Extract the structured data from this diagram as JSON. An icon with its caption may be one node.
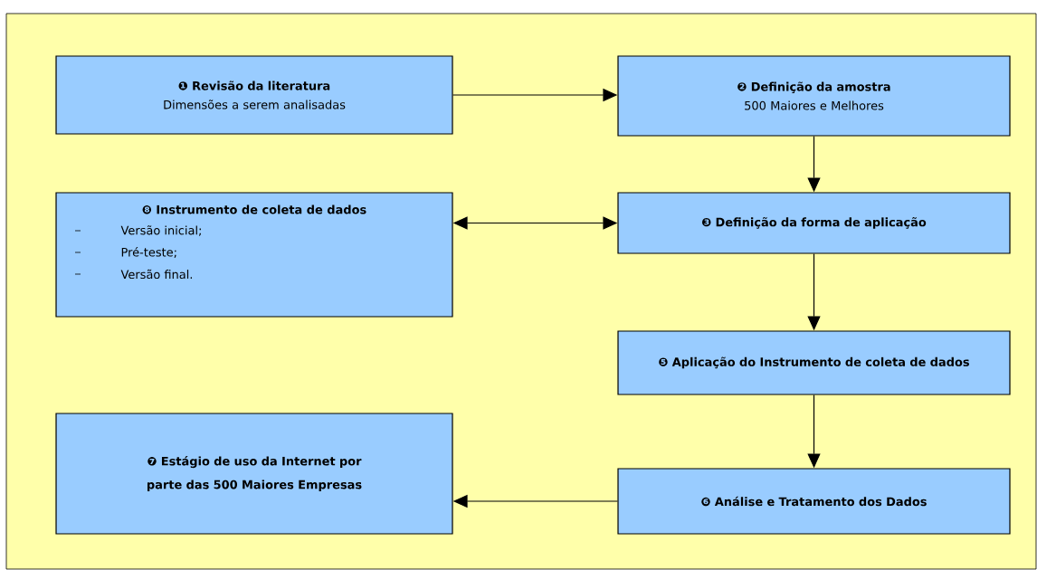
{
  "diagram": {
    "nodes": [
      {
        "text": [
          "❶ Revisão da literatura",
          "Dimensões a serem analisadas"
        ]
      },
      {
        "text": [
          "❷ Definição da amostra",
          "500 Maiores e Melhores"
        ]
      },
      {
        "text": [
          "❽ Instrumento de coleta de dados",
          "Versão inicial;",
          "Pré-teste;",
          "Versão final."
        ]
      },
      {
        "text": [
          "❸ Definição da forma de aplicação"
        ]
      },
      {
        "text": [
          "❺ Aplicação do Instrumento de coleta de dados"
        ]
      },
      {
        "text": [
          "❼ Estágio de uso da Internet por parte das 500 Maiores Empresas"
        ]
      },
      {
        "text": [
          "❻ Análise e Tratamento dos Dados"
        ]
      }
    ],
    "edges": [
      {
        "from": 0,
        "to": 1,
        "arrow": "to"
      },
      {
        "from": 1,
        "to": 3,
        "arrow": "to"
      },
      {
        "from": 2,
        "to": 3,
        "arrow": "both"
      },
      {
        "from": 3,
        "to": 4,
        "arrow": "to"
      },
      {
        "from": 4,
        "to": 6,
        "arrow": "to"
      },
      {
        "from": 6,
        "to": 5,
        "arrow": "to"
      }
    ]
  }
}
